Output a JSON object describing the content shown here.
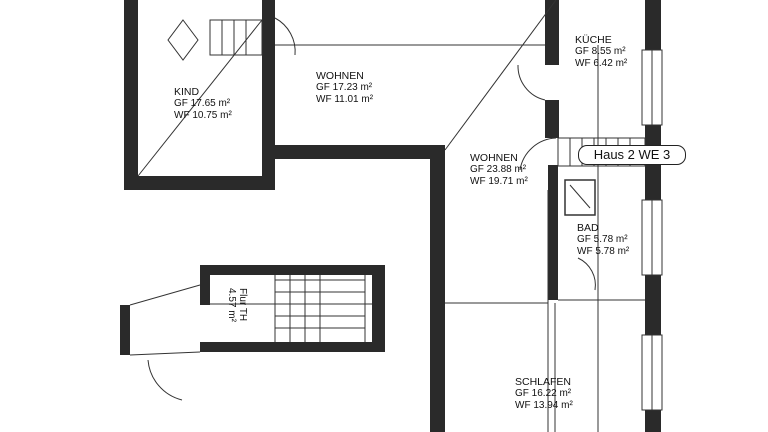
{
  "unit_tag": "Haus 2 WE 3",
  "rooms": [
    {
      "name": "KIND",
      "gf": "GF 17.65 m²",
      "wf": "WF 10.75 m²"
    },
    {
      "name": "WOHNEN",
      "gf": "GF 17.23 m²",
      "wf": "WF 11.01 m²"
    },
    {
      "name": "KÜCHE",
      "gf": "GF 8.55 m²",
      "wf": "WF 6.42 m²"
    },
    {
      "name": "WOHNEN",
      "gf": "GF 23.88 m²",
      "wf": "WF 19.71 m²"
    },
    {
      "name": "BAD",
      "gf": "GF 5.78 m²",
      "wf": "WF 5.78 m²"
    },
    {
      "name": "SCHLAFEN",
      "gf": "GF 16.22 m²",
      "wf": "WF 13.94 m²"
    },
    {
      "name": "Flur TH",
      "area": "4.57 m²"
    }
  ],
  "colors": {
    "wall": "#222222",
    "line": "#333333"
  }
}
